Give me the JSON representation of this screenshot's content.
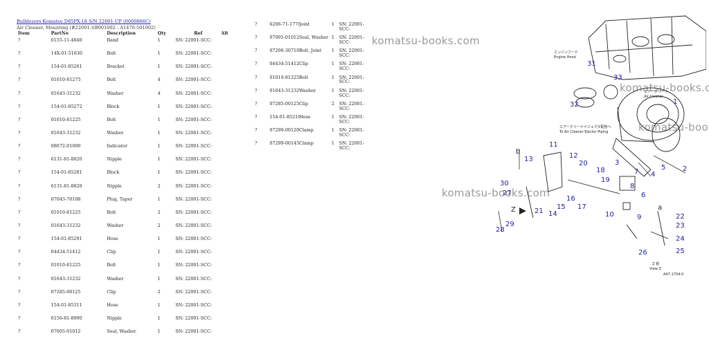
{
  "header": {
    "link_text": "Bulldozers Komatsu D85PX-18 S/N 22001-UP (0000866C)",
    "subtitle": "Air Cleaner, Mounting (#22001-)(B001002 : A1470-501002)"
  },
  "columns": [
    "Item",
    "PartNo",
    "Description",
    "Qty",
    "Ref",
    "Alt"
  ],
  "parts_left": [
    {
      "item": "?",
      "partno": "6155-11-4840",
      "desc": "Band",
      "qty": "1",
      "ref": "SN: 22001-SCC:"
    },
    {
      "item": "?",
      "partno": "14X-01-51630",
      "desc": "Bolt",
      "qty": "1",
      "ref": "SN: 22001-SCC:"
    },
    {
      "item": "?",
      "partno": "154-01-85261",
      "desc": "Bracket",
      "qty": "1",
      "ref": "SN: 22001-SCC:"
    },
    {
      "item": "?",
      "partno": "01010-81275",
      "desc": "Bolt",
      "qty": "4",
      "ref": "SN: 22001-SCC:"
    },
    {
      "item": "?",
      "partno": "01643-31232",
      "desc": "Washer",
      "qty": "4",
      "ref": "SN: 22001-SCC:"
    },
    {
      "item": "?",
      "partno": "154-01-85272",
      "desc": "Block",
      "qty": "1",
      "ref": "SN: 22001-SCC:"
    },
    {
      "item": "?",
      "partno": "01010-81225",
      "desc": "Bolt",
      "qty": "1",
      "ref": "SN: 22001-SCC:"
    },
    {
      "item": "?",
      "partno": "01643-31232",
      "desc": "Washer",
      "qty": "1",
      "ref": "SN: 22001-SCC:"
    },
    {
      "item": "?",
      "partno": "08672-01000",
      "desc": "Indicator",
      "qty": "1",
      "ref": "SN: 22001-SCC:"
    },
    {
      "item": "?",
      "partno": "6131-81-8820",
      "desc": "Nipple",
      "qty": "1",
      "ref": "SN: 22001-SCC:"
    },
    {
      "item": "?",
      "partno": "154-01-85281",
      "desc": "Block",
      "qty": "1",
      "ref": "SN: 22001-SCC:"
    },
    {
      "item": "?",
      "partno": "6131-81-8820",
      "desc": "Nipple",
      "qty": "2",
      "ref": "SN: 22001-SCC:"
    },
    {
      "item": "?",
      "partno": "07043-70108",
      "desc": "Plug, Taper",
      "qty": "1",
      "ref": "SN: 22001-SCC:"
    },
    {
      "item": "?",
      "partno": "01010-81225",
      "desc": "Bolt",
      "qty": "2",
      "ref": "SN: 22001-SCC:"
    },
    {
      "item": "?",
      "partno": "01643-31232",
      "desc": "Washer",
      "qty": "2",
      "ref": "SN: 22001-SCC:"
    },
    {
      "item": "?",
      "partno": "154-01-85291",
      "desc": "Hose",
      "qty": "1",
      "ref": "SN: 22001-SCC:"
    },
    {
      "item": "?",
      "partno": "04434-51412",
      "desc": "Clip",
      "qty": "1",
      "ref": "SN: 22001-SCC:"
    },
    {
      "item": "?",
      "partno": "01010-81225",
      "desc": "Bolt",
      "qty": "1",
      "ref": "SN: 22001-SCC:"
    },
    {
      "item": "?",
      "partno": "01643-31232",
      "desc": "Washer",
      "qty": "1",
      "ref": "SN: 22001-SCC:"
    },
    {
      "item": "?",
      "partno": "07285-00125",
      "desc": "Clip",
      "qty": "2",
      "ref": "SN: 22001-SCC:"
    },
    {
      "item": "?",
      "partno": "154-01-85311",
      "desc": "Hose",
      "qty": "1",
      "ref": "SN: 22001-SCC:"
    },
    {
      "item": "?",
      "partno": "6156-81-8990",
      "desc": "Nipple",
      "qty": "1",
      "ref": "SN: 22001-SCC:"
    },
    {
      "item": "?",
      "partno": "07005-01012",
      "desc": "Seal, Washer",
      "qty": "1",
      "ref": "SN: 22001-SCC:"
    }
  ],
  "parts_right": [
    {
      "item": "?",
      "partno": "6206-71-1770",
      "desc": "Joint",
      "qty": "1",
      "ref": "SN: 22001-SCC:"
    },
    {
      "item": "?",
      "partno": "07005-01012",
      "desc": "Seal, Washer",
      "qty": "1",
      "ref": "SN: 22001-SCC:"
    },
    {
      "item": "?",
      "partno": "07206-30710",
      "desc": "Bolt, Joint",
      "qty": "1",
      "ref": "SN: 22001-SCC:"
    },
    {
      "item": "?",
      "partno": "04434-51412",
      "desc": "Clip",
      "qty": "1",
      "ref": "SN: 22001-SCC:"
    },
    {
      "item": "?",
      "partno": "01010-81225",
      "desc": "Bolt",
      "qty": "1",
      "ref": "SN: 22001-SCC:"
    },
    {
      "item": "?",
      "partno": "01643-31232",
      "desc": "Washer",
      "qty": "1",
      "ref": "SN: 22001-SCC:"
    },
    {
      "item": "?",
      "partno": "07285-00125",
      "desc": "Clip",
      "qty": "2",
      "ref": "SN: 22001-SCC:"
    },
    {
      "item": "?",
      "partno": "154-01-85210",
      "desc": "Hose",
      "qty": "1",
      "ref": "SN: 22001-SCC:"
    },
    {
      "item": "?",
      "partno": "07299-00120",
      "desc": "Clamp",
      "qty": "1",
      "ref": "SN: 22001-SCC:"
    },
    {
      "item": "?",
      "partno": "07299-00145",
      "desc": "Clamp",
      "qty": "1",
      "ref": "SN: 22001-SCC:"
    }
  ],
  "watermark": "komatsu-books.com",
  "diagram": {
    "labels": {
      "engine_hood_jp": "エンジンフード",
      "engine_hood": "Engine Hood",
      "air_cleaner_jp": "エアークリーナ",
      "air_cleaner": "Air Cleaner",
      "ejector_jp": "エアークリーナイジェクタ配管へ",
      "ejector": "To Air Cleaner Ejector Piping",
      "view_jp": "Z 視",
      "view": "View Z",
      "drawing_no": "A47-1704-0"
    },
    "callouts": [
      "1",
      "2",
      "3",
      "4",
      "5",
      "6",
      "7",
      "8",
      "9",
      "10",
      "11",
      "12",
      "13",
      "14",
      "15",
      "16",
      "17",
      "18",
      "19",
      "20",
      "21",
      "22",
      "23",
      "24",
      "25",
      "26",
      "27",
      "28",
      "29",
      "30",
      "31",
      "32",
      "33",
      "a",
      "b",
      "Z"
    ]
  }
}
